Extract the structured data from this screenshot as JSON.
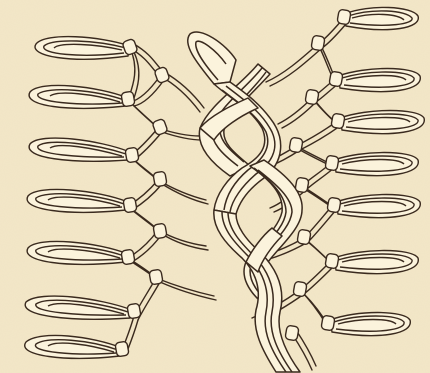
{
  "illustration": {
    "kind": "macrame braid with looped fringe",
    "colors": {
      "paper": "#f3e7c8",
      "cord_fill": "#fbf3dc",
      "ink": "#3a2a1e"
    },
    "left_loop_count": 7,
    "right_loop_count": 7
  }
}
